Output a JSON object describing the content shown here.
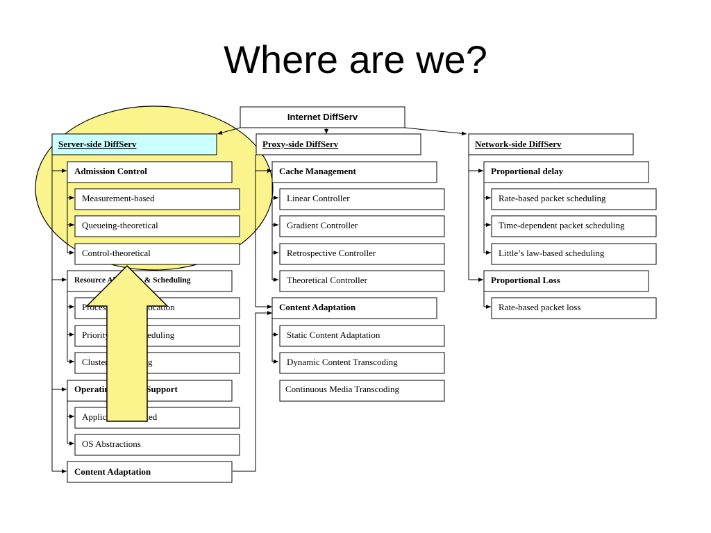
{
  "slide": {
    "title": "Where are we?"
  },
  "root": "Internet DiffServ",
  "server": {
    "label": "Server-side DiffServ",
    "admission": {
      "label": "Admission Control",
      "children": [
        "Measurement-based",
        "Queueing-theoretical",
        "Control-theoretical"
      ]
    },
    "resource": {
      "label": "Resource Allocation & Scheduling",
      "children": [
        "Processing rate allocation",
        "Priority-based scheduling",
        "Cluster partitioning"
      ]
    },
    "os": {
      "label": "Operating System Support",
      "children": [
        "Application-oriented",
        "OS Abstractions"
      ]
    },
    "content": {
      "label": "Content Adaptation"
    }
  },
  "proxy": {
    "label": "Proxy-side DiffServ",
    "cache": {
      "label": "Cache Management",
      "children": [
        "Linear Controller",
        "Gradient Controller",
        "Retrospective Controller",
        "Theoretical Controller"
      ]
    },
    "content": {
      "label": "Content Adaptation",
      "children": [
        "Static Content Adaptation",
        "Dynamic Content Transcoding",
        "Continuous Media Transcoding"
      ]
    }
  },
  "network": {
    "label": "Network-side DiffServ",
    "delay": {
      "label": "Proportional delay",
      "children": [
        "Rate-based packet scheduling",
        "Time-dependent packet scheduling",
        "Little’s law-based scheduling"
      ]
    },
    "loss": {
      "label": "Proportional Loss",
      "children": [
        "Rate-based packet loss"
      ]
    }
  },
  "colors": {
    "highlight_fill": "#fbf48c",
    "server_box_fill": "#ccffff"
  }
}
